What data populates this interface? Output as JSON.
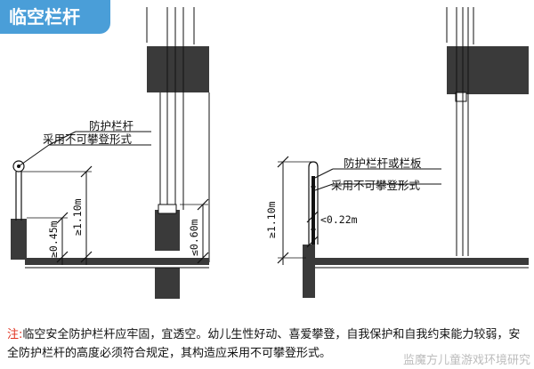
{
  "title": "临空栏杆",
  "left": {
    "label1": "防护栏杆",
    "label2": "采用不可攀登形式",
    "dim_low": "≥0.45m",
    "dim_high": "≥1.10m",
    "dim_window": "≤0.60m"
  },
  "right": {
    "label1": "防护栏杆或栏板",
    "label2": "采用不可攀登形式",
    "dim_high": "≥1.10m",
    "dim_gap": "<0.22m"
  },
  "footer": {
    "prefix": "注:",
    "text": "临空安全防护栏杆应牢固，宜透空。幼儿生性好动、喜爱攀登，自我保护和自我约束能力较弱，安全防护栏杆的高度必须符合规定，其构造应采用不可攀登形式。"
  },
  "watermark": "监魔方儿童游戏环境研究",
  "colors": {
    "title_bg": "#4a9ed8",
    "wall": "#3a3a3a",
    "note": "#e0301e"
  }
}
